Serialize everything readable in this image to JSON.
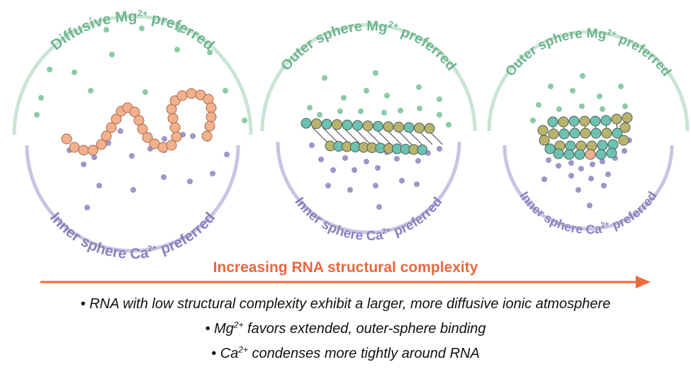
{
  "panels": [
    {
      "top_text": "Diffusive Mg",
      "top_charge": "2+",
      "top_suffix": " preferred",
      "bottom_text": "Inner sphere Ca",
      "bottom_charge": "2+",
      "bottom_suffix": " preferred"
    },
    {
      "top_text": "Outer sphere Mg",
      "top_charge": "2+",
      "top_suffix": " preferred",
      "bottom_text": "Inner sphere Ca",
      "bottom_charge": "2+",
      "bottom_suffix": " preferred"
    },
    {
      "top_text": "Outer sphere Mg",
      "top_charge": "2+",
      "top_suffix": " preferred",
      "bottom_text": "Inner sphere Ca",
      "bottom_charge": "2+",
      "bottom_suffix": " preferred"
    }
  ],
  "arrow_label": "Increasing RNA structural complexity",
  "bullets": [
    {
      "prefix": "• RNA with low structural complexity exhibit a larger, more diffusive ionic atmosphere",
      "charge": "",
      "suffix": ""
    },
    {
      "prefix": "• Mg",
      "charge": "2+",
      "suffix": " favors extended, outer-sphere binding"
    },
    {
      "prefix": "• Ca",
      "charge": "2+",
      "suffix": " condenses more tightly around RNA"
    }
  ],
  "colors": {
    "mg": "#8ccaa6",
    "mg_arc": "#c9e4d4",
    "ca": "#9e95c9",
    "ca_arc": "#c9c4e3",
    "mg_label": "#6db48d",
    "ca_label": "#8a80bd",
    "rna_orange": "#f2b08c",
    "rna_teal": "#6cc1b0",
    "rna_olive": "#b9b36c",
    "arrow": "#ec6a3f"
  }
}
